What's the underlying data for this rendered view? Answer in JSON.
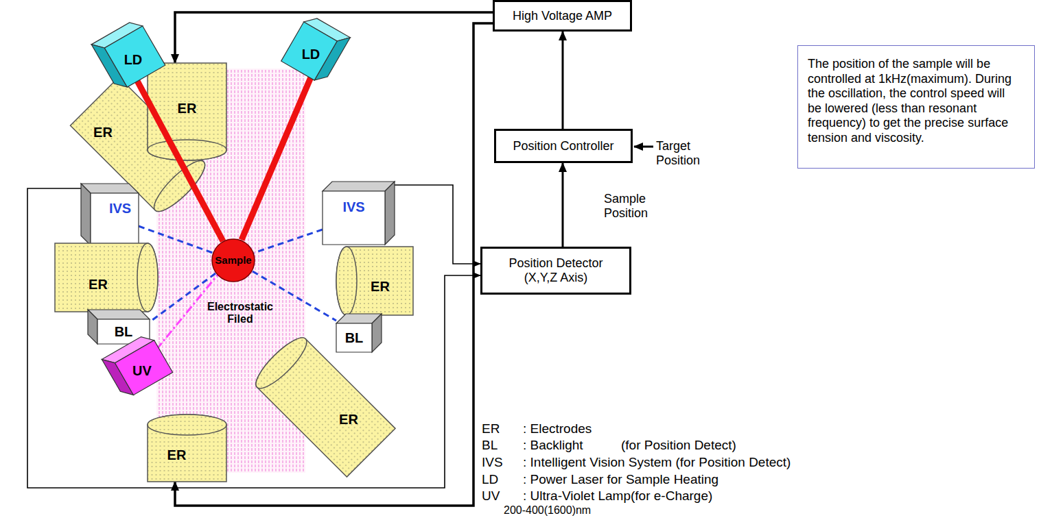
{
  "diagram": {
    "nodes": [
      {
        "text": [
          "High Voltage AMP"
        ]
      },
      {
        "text": [
          "Position Controller"
        ]
      },
      {
        "text": [
          "Position Detector (X,Y,Z Axis)"
        ]
      },
      {
        "text": [
          "The position of the sample will be controlled at 1kHz(maximum). During the oscillation, the control speed will be lowered (less than resonant frequency) to get the precise surface tension and viscosity."
        ]
      },
      {
        "text": [
          "ER"
        ]
      },
      {
        "text": [
          "ER"
        ]
      },
      {
        "text": [
          "LD"
        ]
      },
      {
        "text": [
          "LD"
        ]
      },
      {
        "text": [
          "IVS"
        ]
      },
      {
        "text": [
          "IVS"
        ]
      },
      {
        "text": [
          "ER"
        ]
      },
      {
        "text": [
          "ER"
        ]
      },
      {
        "text": [
          "BL"
        ]
      },
      {
        "text": [
          "BL"
        ]
      },
      {
        "text": [
          "UV"
        ]
      },
      {
        "text": [
          "ER"
        ]
      },
      {
        "text": [
          "ER"
        ]
      },
      {
        "text": [
          "Sample"
        ]
      },
      {
        "text": [
          "Electrostatic Filed"
        ]
      }
    ],
    "edges": [
      {
        "from": 1,
        "to": 0,
        "arrow": "to"
      },
      {
        "from": 2,
        "to": 1,
        "arrow": "to",
        "label": "Sample Position"
      },
      {
        "from": 0,
        "to": 5,
        "arrow": "to"
      },
      {
        "from": 0,
        "to": 16,
        "arrow": "to"
      },
      {
        "from": 8,
        "to": 2,
        "arrow": "to"
      },
      {
        "from": 9,
        "to": 2,
        "arrow": "to"
      }
    ],
    "labels": [
      "Target Position",
      "ER",
      ": Electrodes",
      "BL",
      ": Backlight",
      "(for Position Detect)",
      "IVS",
      ": Intelligent Vision System (for Position Detect)",
      "LD",
      ": Power Laser for Sample Heating",
      "UV",
      ": Ultra-Violet Lamp(for e-Charge)",
      "200-400(1600)nm"
    ]
  }
}
